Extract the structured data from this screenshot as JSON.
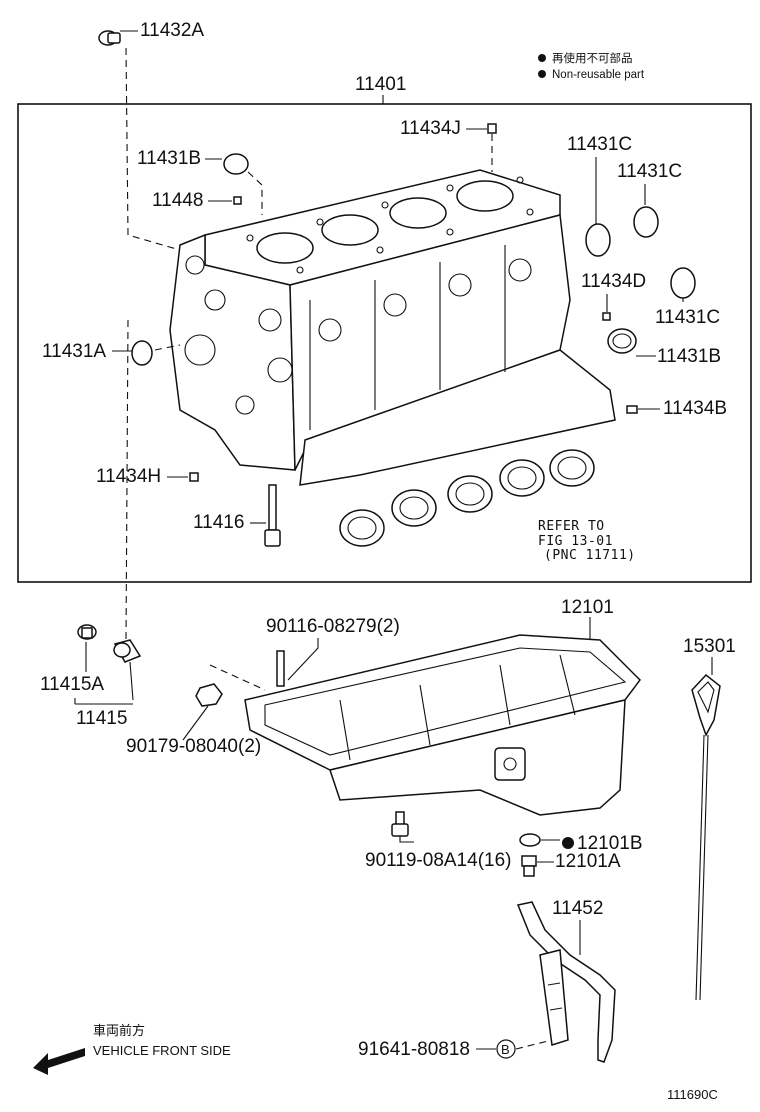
{
  "legend": {
    "non_reusable_jp": "再使用不可部品",
    "non_reusable_en": "Non-reusable part"
  },
  "front_side": {
    "jp": "車両前方",
    "en": "VEHICLE FRONT SIDE"
  },
  "diagram_code": "111690C",
  "refer": {
    "line1": "REFER TO",
    "line2": "FIG 13-01",
    "line3": "(PNC 11711)"
  },
  "labels": {
    "p11432A": "11432A",
    "p11401": "11401",
    "p11434J": "11434J",
    "p11431B_top": "11431B",
    "p11431C_1": "11431C",
    "p11431C_2": "11431C",
    "p11448": "11448",
    "p11434D": "11434D",
    "p11431C_3": "11431C",
    "p11431A": "11431A",
    "p11431B_right": "11431B",
    "p11434B": "11434B",
    "p11434H": "11434H",
    "p11416": "11416",
    "p12101": "12101",
    "p90116": "90116-08279(2)",
    "p15301": "15301",
    "p11415A": "11415A",
    "p11415": "11415",
    "p90179": "90179-08040(2)",
    "p12101B": "12101B",
    "p90119": "90119-08A14(16)",
    "p12101A": "12101A",
    "p11452": "11452",
    "p91641": "91641-80818",
    "ref_b": "B"
  }
}
